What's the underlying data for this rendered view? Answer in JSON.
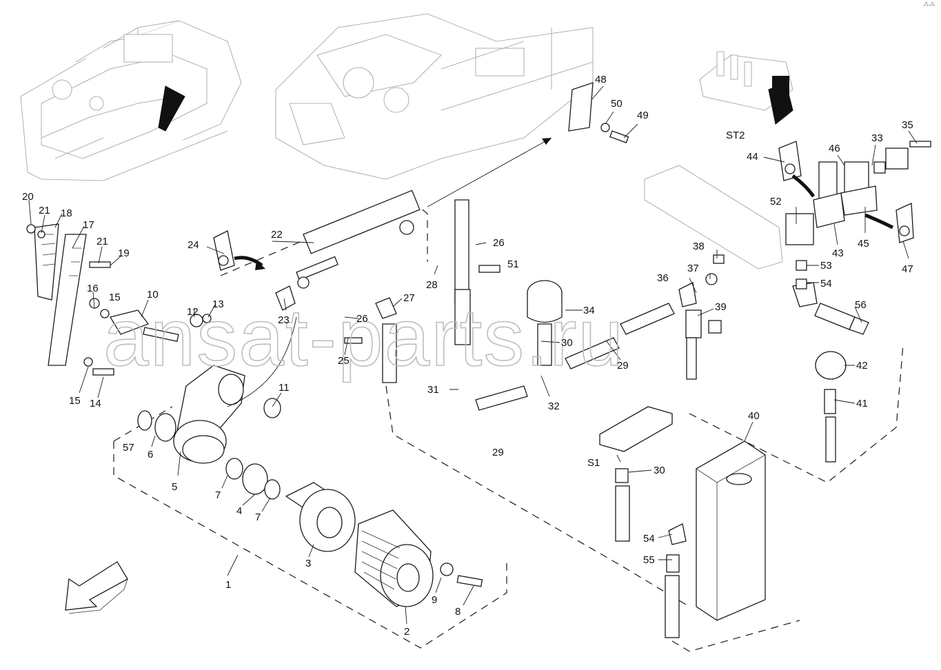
{
  "corner_mark": "⁂⁂",
  "watermark": "ansat-parts.ru",
  "labels": [
    {
      "id": "1",
      "text": "1"
    },
    {
      "id": "2",
      "text": "2"
    },
    {
      "id": "3",
      "text": "3"
    },
    {
      "id": "4",
      "text": "4"
    },
    {
      "id": "5",
      "text": "5"
    },
    {
      "id": "6",
      "text": "6"
    },
    {
      "id": "7a",
      "text": "7"
    },
    {
      "id": "7b",
      "text": "7"
    },
    {
      "id": "8",
      "text": "8"
    },
    {
      "id": "9",
      "text": "9"
    },
    {
      "id": "10",
      "text": "10"
    },
    {
      "id": "11",
      "text": "11"
    },
    {
      "id": "12",
      "text": "12"
    },
    {
      "id": "13",
      "text": "13"
    },
    {
      "id": "14",
      "text": "14"
    },
    {
      "id": "15a",
      "text": "15"
    },
    {
      "id": "15b",
      "text": "15"
    },
    {
      "id": "16",
      "text": "16"
    },
    {
      "id": "17",
      "text": "17"
    },
    {
      "id": "18",
      "text": "18"
    },
    {
      "id": "19",
      "text": "19"
    },
    {
      "id": "20",
      "text": "20"
    },
    {
      "id": "21a",
      "text": "21"
    },
    {
      "id": "21b",
      "text": "21"
    },
    {
      "id": "22",
      "text": "22"
    },
    {
      "id": "23",
      "text": "23"
    },
    {
      "id": "24",
      "text": "24"
    },
    {
      "id": "25",
      "text": "25"
    },
    {
      "id": "26a",
      "text": "26"
    },
    {
      "id": "26b",
      "text": "26"
    },
    {
      "id": "27",
      "text": "27"
    },
    {
      "id": "28",
      "text": "28"
    },
    {
      "id": "29a",
      "text": "29"
    },
    {
      "id": "29b",
      "text": "29"
    },
    {
      "id": "30a",
      "text": "30"
    },
    {
      "id": "30b",
      "text": "30"
    },
    {
      "id": "31",
      "text": "31"
    },
    {
      "id": "32",
      "text": "32"
    },
    {
      "id": "33",
      "text": "33"
    },
    {
      "id": "34",
      "text": "34"
    },
    {
      "id": "35",
      "text": "35"
    },
    {
      "id": "36",
      "text": "36"
    },
    {
      "id": "37",
      "text": "37"
    },
    {
      "id": "38",
      "text": "38"
    },
    {
      "id": "39",
      "text": "39"
    },
    {
      "id": "40",
      "text": "40"
    },
    {
      "id": "41",
      "text": "41"
    },
    {
      "id": "42",
      "text": "42"
    },
    {
      "id": "43",
      "text": "43"
    },
    {
      "id": "44",
      "text": "44"
    },
    {
      "id": "45",
      "text": "45"
    },
    {
      "id": "46",
      "text": "46"
    },
    {
      "id": "47",
      "text": "47"
    },
    {
      "id": "48",
      "text": "48"
    },
    {
      "id": "49",
      "text": "49"
    },
    {
      "id": "50",
      "text": "50"
    },
    {
      "id": "51",
      "text": "51"
    },
    {
      "id": "52",
      "text": "52"
    },
    {
      "id": "53",
      "text": "53"
    },
    {
      "id": "54a",
      "text": "54"
    },
    {
      "id": "54b",
      "text": "54"
    },
    {
      "id": "55",
      "text": "55"
    },
    {
      "id": "56",
      "text": "56"
    },
    {
      "id": "57",
      "text": "57"
    },
    {
      "id": "st2",
      "text": "ST2"
    },
    {
      "id": "s1",
      "text": "S1"
    }
  ]
}
